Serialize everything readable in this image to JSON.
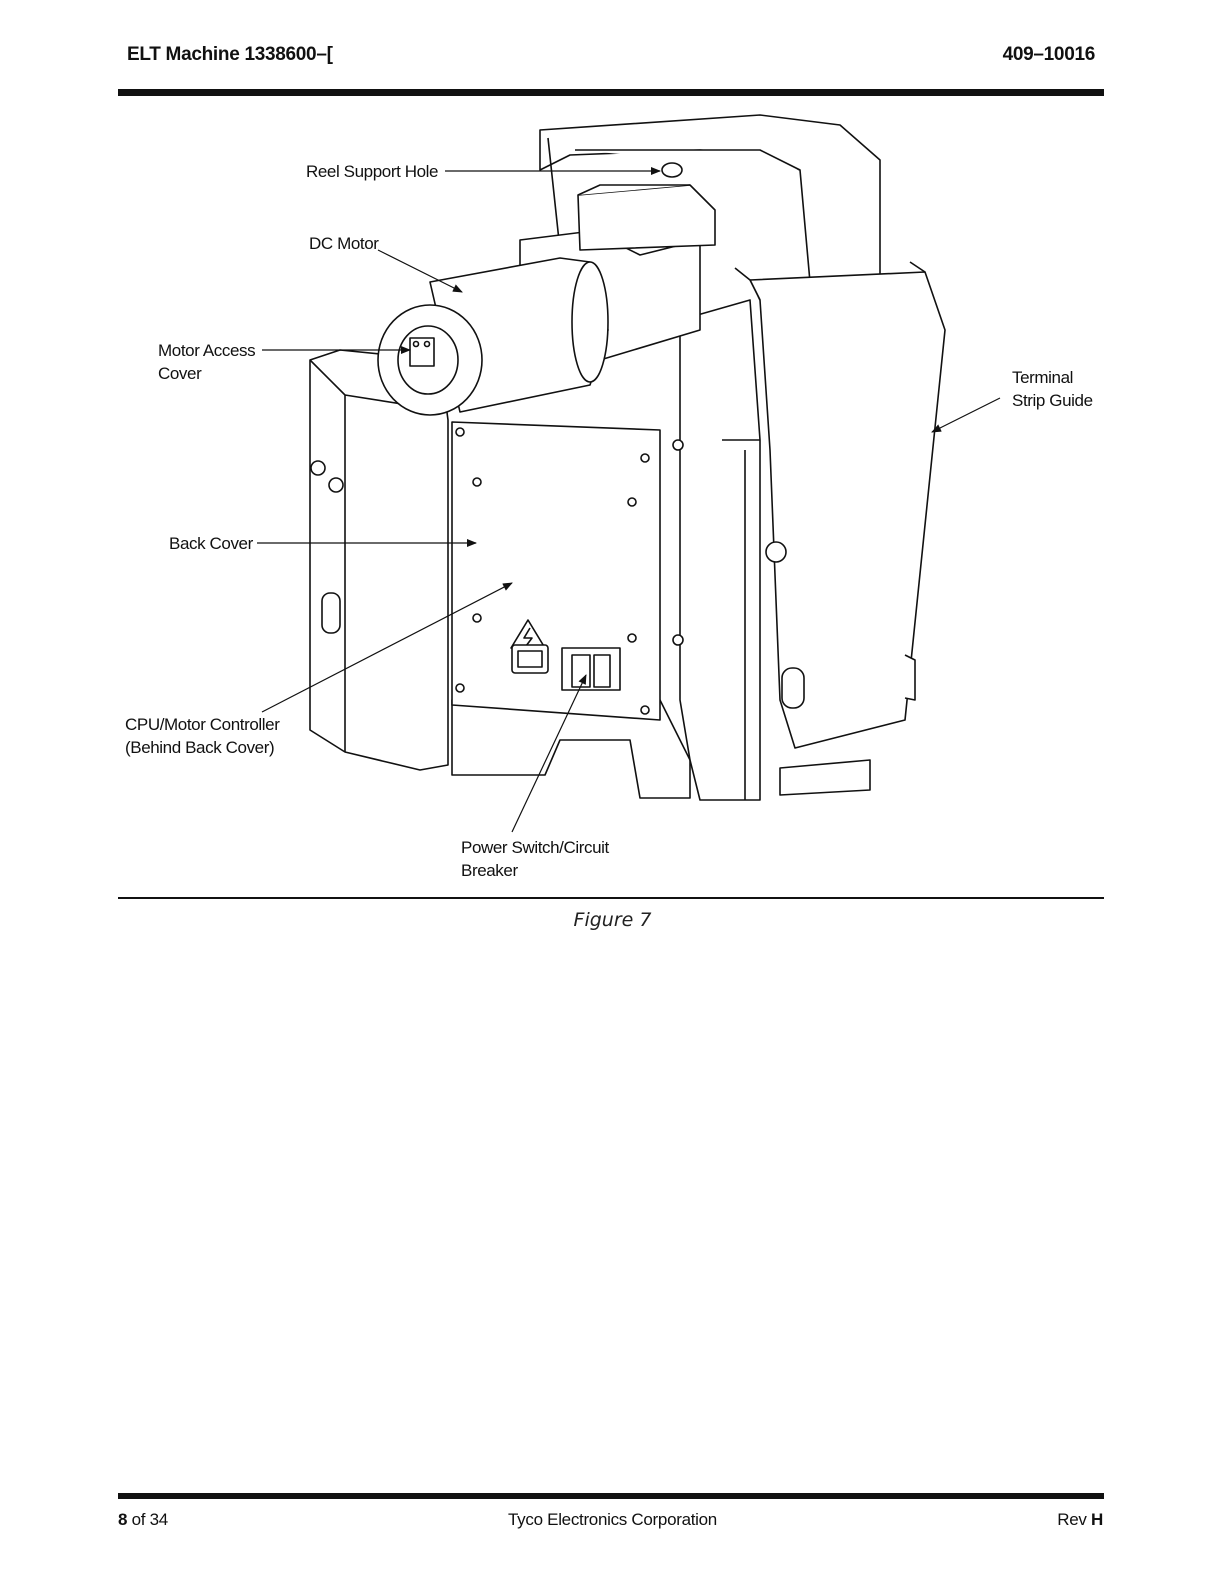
{
  "header": {
    "left": "ELT Machine 1338600–[",
    "right": "409–10016"
  },
  "figure": {
    "labels": {
      "reel_support_hole": "Reel Support Hole",
      "dc_motor": "DC Motor",
      "motor_access_cover_line1": "Motor Access",
      "motor_access_cover_line2": "Cover",
      "terminal_strip_guide_line1": "Terminal",
      "terminal_strip_guide_line2": "Strip Guide",
      "back_cover": "Back Cover",
      "cpu_controller_line1": "CPU/Motor Controller",
      "cpu_controller_line2": "(Behind Back Cover)",
      "power_switch_line1": "Power Switch/Circuit",
      "power_switch_line2": "Breaker"
    },
    "caption": "Figure 7"
  },
  "footer": {
    "page_current": "8",
    "page_rest": " of 34",
    "company": "Tyco Electronics Corporation",
    "rev_label": "Rev ",
    "rev_value": "H"
  }
}
